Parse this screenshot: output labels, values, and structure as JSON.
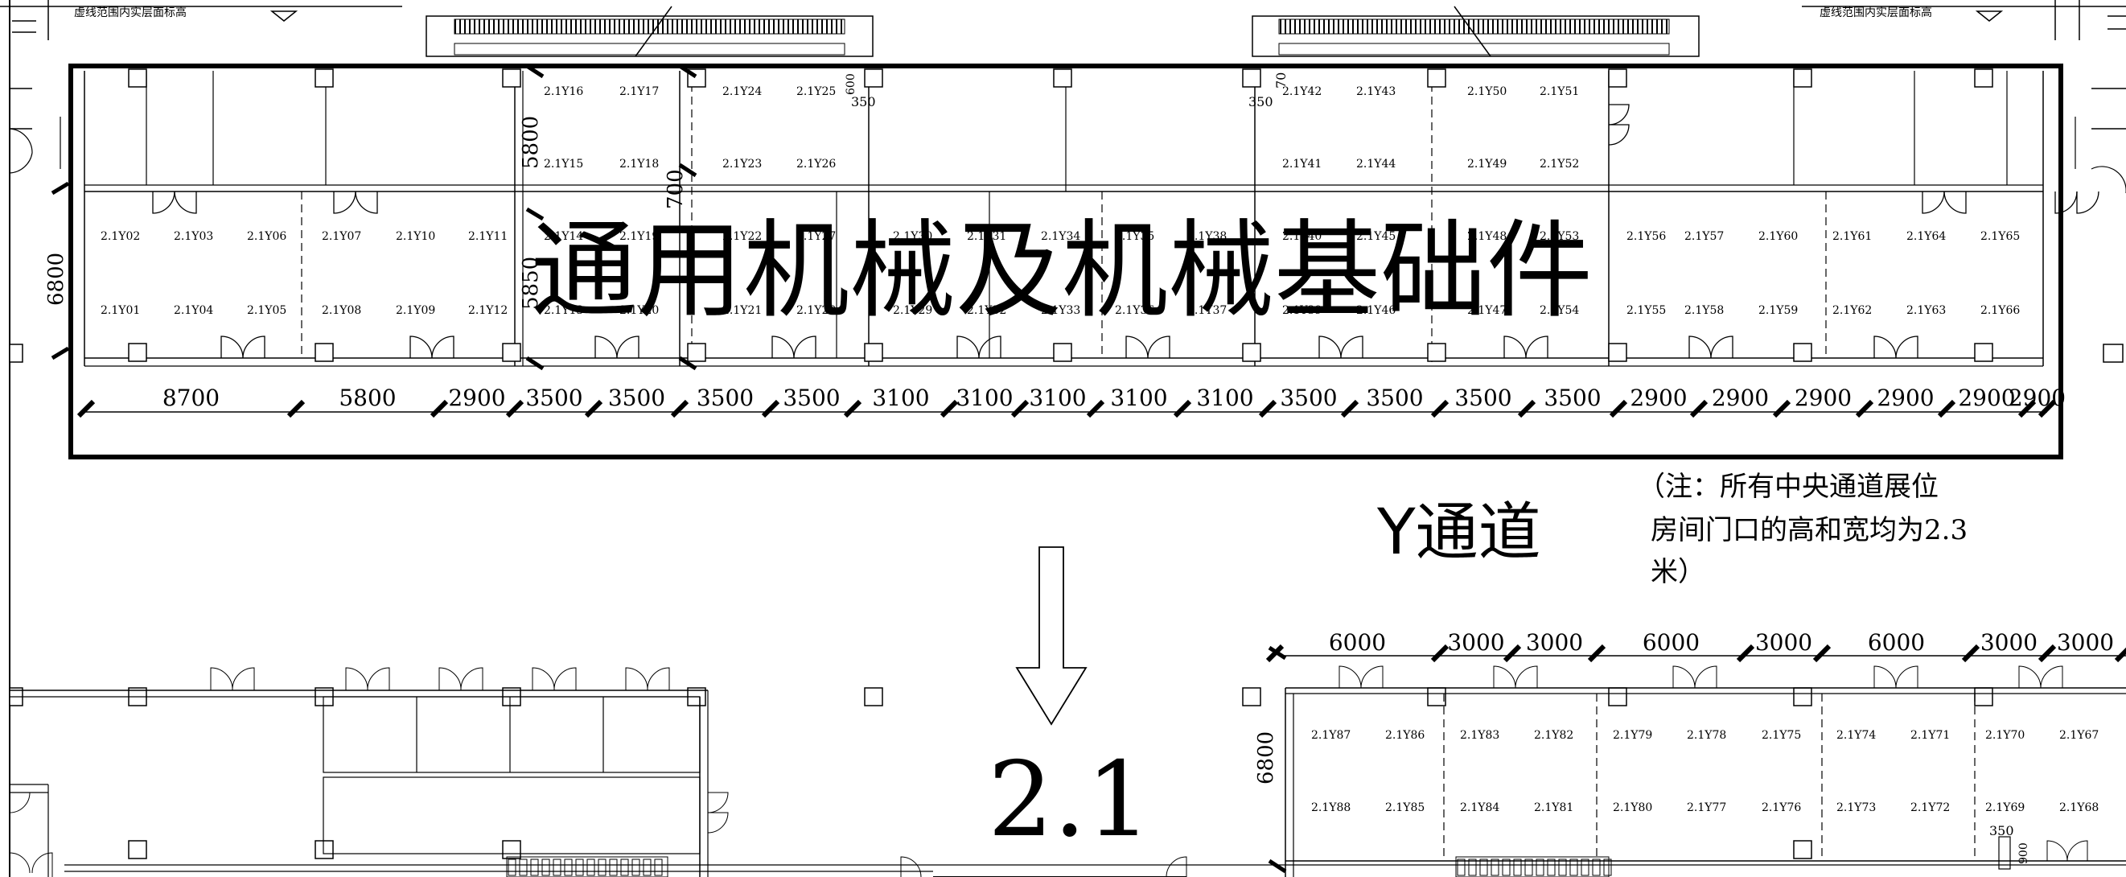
{
  "hall_title": "通用机械及机械基础件",
  "aisle_label": "Y通道",
  "hall_number": "2.1",
  "note_lines": [
    "（注：所有中央通道展位",
    "房间门口的高和宽均为2.3",
    "米）"
  ],
  "corner_note_left": "虚线范围内实层面标高",
  "corner_note_right": "虚线范围内实层面标高",
  "dims_top": [
    "8700",
    "5800",
    "2900",
    "3500",
    "3500",
    "3500",
    "3500",
    "3100",
    "3100",
    "3100",
    "3100",
    "3100",
    "3500",
    "3500",
    "3500",
    "3500",
    "2900",
    "2900",
    "2900",
    "2900",
    "2900",
    "2900"
  ],
  "dims_bottom": [
    "6000",
    "3000",
    "3000",
    "6000",
    "3000",
    "6000",
    "3000",
    "3000"
  ],
  "dim_6800": "6800",
  "dim_5800": "5800",
  "dim_5850": "5850",
  "dim_700": "700",
  "dim_350": "350",
  "dim_600": "600",
  "dim_70": "70",
  "dim_900": "900",
  "booths_top": [
    "2.1Y02",
    "2.1Y03",
    "2.1Y06",
    "2.1Y07",
    "2.1Y10",
    "2.1Y11",
    "2.1Y14",
    "2.1Y19",
    "2.1Y22",
    "2.1Y27",
    "2.1Y30",
    "2.1Y31",
    "2.1Y34",
    "2.1Y35",
    "2.1Y38",
    "2.1Y40",
    "2.1Y45",
    "2.1Y48",
    "2.1Y53",
    "2.1Y56",
    "2.1Y57",
    "2.1Y60",
    "2.1Y61",
    "2.1Y64",
    "2.1Y65",
    "2.1Y01",
    "2.1Y04",
    "2.1Y05",
    "2.1Y08",
    "2.1Y09",
    "2.1Y12",
    "2.1Y13",
    "2.1Y20",
    "2.1Y21",
    "2.1Y28",
    "2.1Y29",
    "2.1Y32",
    "2.1Y33",
    "2.1Y36",
    "2.1Y37",
    "2.1Y39",
    "2.1Y46",
    "2.1Y47",
    "2.1Y54",
    "2.1Y55",
    "2.1Y58",
    "2.1Y59",
    "2.1Y62",
    "2.1Y63",
    "2.1Y66",
    "2.1Y16",
    "2.1Y17",
    "2.1Y24",
    "2.1Y25",
    "2.1Y15",
    "2.1Y18",
    "2.1Y23",
    "2.1Y26",
    "2.1Y42",
    "2.1Y43",
    "2.1Y50",
    "2.1Y51",
    "2.1Y41",
    "2.1Y44",
    "2.1Y49",
    "2.1Y52"
  ],
  "booths_bottom": [
    "2.1Y87",
    "2.1Y86",
    "2.1Y83",
    "2.1Y82",
    "2.1Y79",
    "2.1Y78",
    "2.1Y75",
    "2.1Y74",
    "2.1Y71",
    "2.1Y70",
    "2.1Y67",
    "2.1Y88",
    "2.1Y85",
    "2.1Y84",
    "2.1Y81",
    "2.1Y80",
    "2.1Y77",
    "2.1Y76",
    "2.1Y73",
    "2.1Y72",
    "2.1Y69",
    "2.1Y68"
  ]
}
